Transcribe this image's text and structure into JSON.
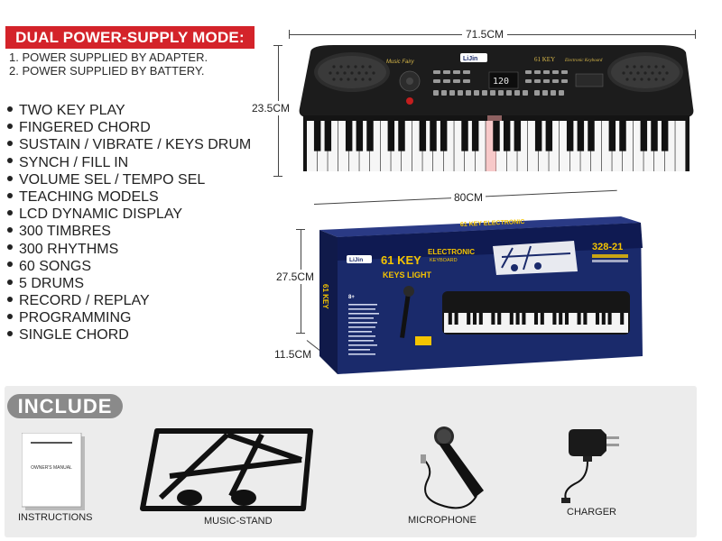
{
  "power": {
    "heading": "DUAL POWER-SUPPLY MODE:",
    "lines": [
      "1. POWER SUPPLIED BY ADAPTER.",
      "2. POWER SUPPLIED BY BATTERY."
    ]
  },
  "features": [
    "TWO KEY PLAY",
    "FINGERED CHORD",
    "SUSTAIN / VIBRATE / KEYS DRUM",
    "SYNCH / FILL IN",
    "VOLUME SEL / TEMPO SEL",
    "TEACHING MODELS",
    "LCD DYNAMIC DISPLAY",
    "300 TIMBRES",
    "300 RHYTHMS",
    "60 SONGS",
    "5 DRUMS",
    "RECORD / REPLAY",
    "PROGRAMMING",
    "SINGLE CHORD"
  ],
  "keyboard": {
    "width_label": "71.5CM",
    "height_label": "23.5CM",
    "brand": "LiJin",
    "series": "Music Fairy",
    "key_count": "61 KEY",
    "subtitle": "Electronic Keyboard",
    "display": "120"
  },
  "box": {
    "width_label": "80CM",
    "height_label": "27.5CM",
    "depth_label": "11.5CM",
    "brand": "LiJin",
    "title_key": "61 KEY",
    "title_line1": "ELECTRONIC",
    "title_line2": "KEYBOARD",
    "keys_light": "KEYS LIGHT",
    "model": "328-21",
    "age": "8+",
    "side_text": "61 KEY",
    "top_text": "61 KEY ELECTRONIC"
  },
  "include": {
    "title": "INCLUDE",
    "manual_title": "OWNER'S MANUAL",
    "items": [
      {
        "label": "INSTRUCTIONS",
        "icon": "manual-icon"
      },
      {
        "label": "MUSIC-STAND",
        "icon": "music-stand-icon"
      },
      {
        "label": "MICROPHONE",
        "icon": "microphone-icon"
      },
      {
        "label": "CHARGER",
        "icon": "charger-icon"
      }
    ]
  },
  "colors": {
    "banner": "#d4232a",
    "box_blue": "#1a2a6b",
    "box_yellow": "#f5c400",
    "panel_gray": "#ececec",
    "tab_gray": "#8a8a8a"
  }
}
